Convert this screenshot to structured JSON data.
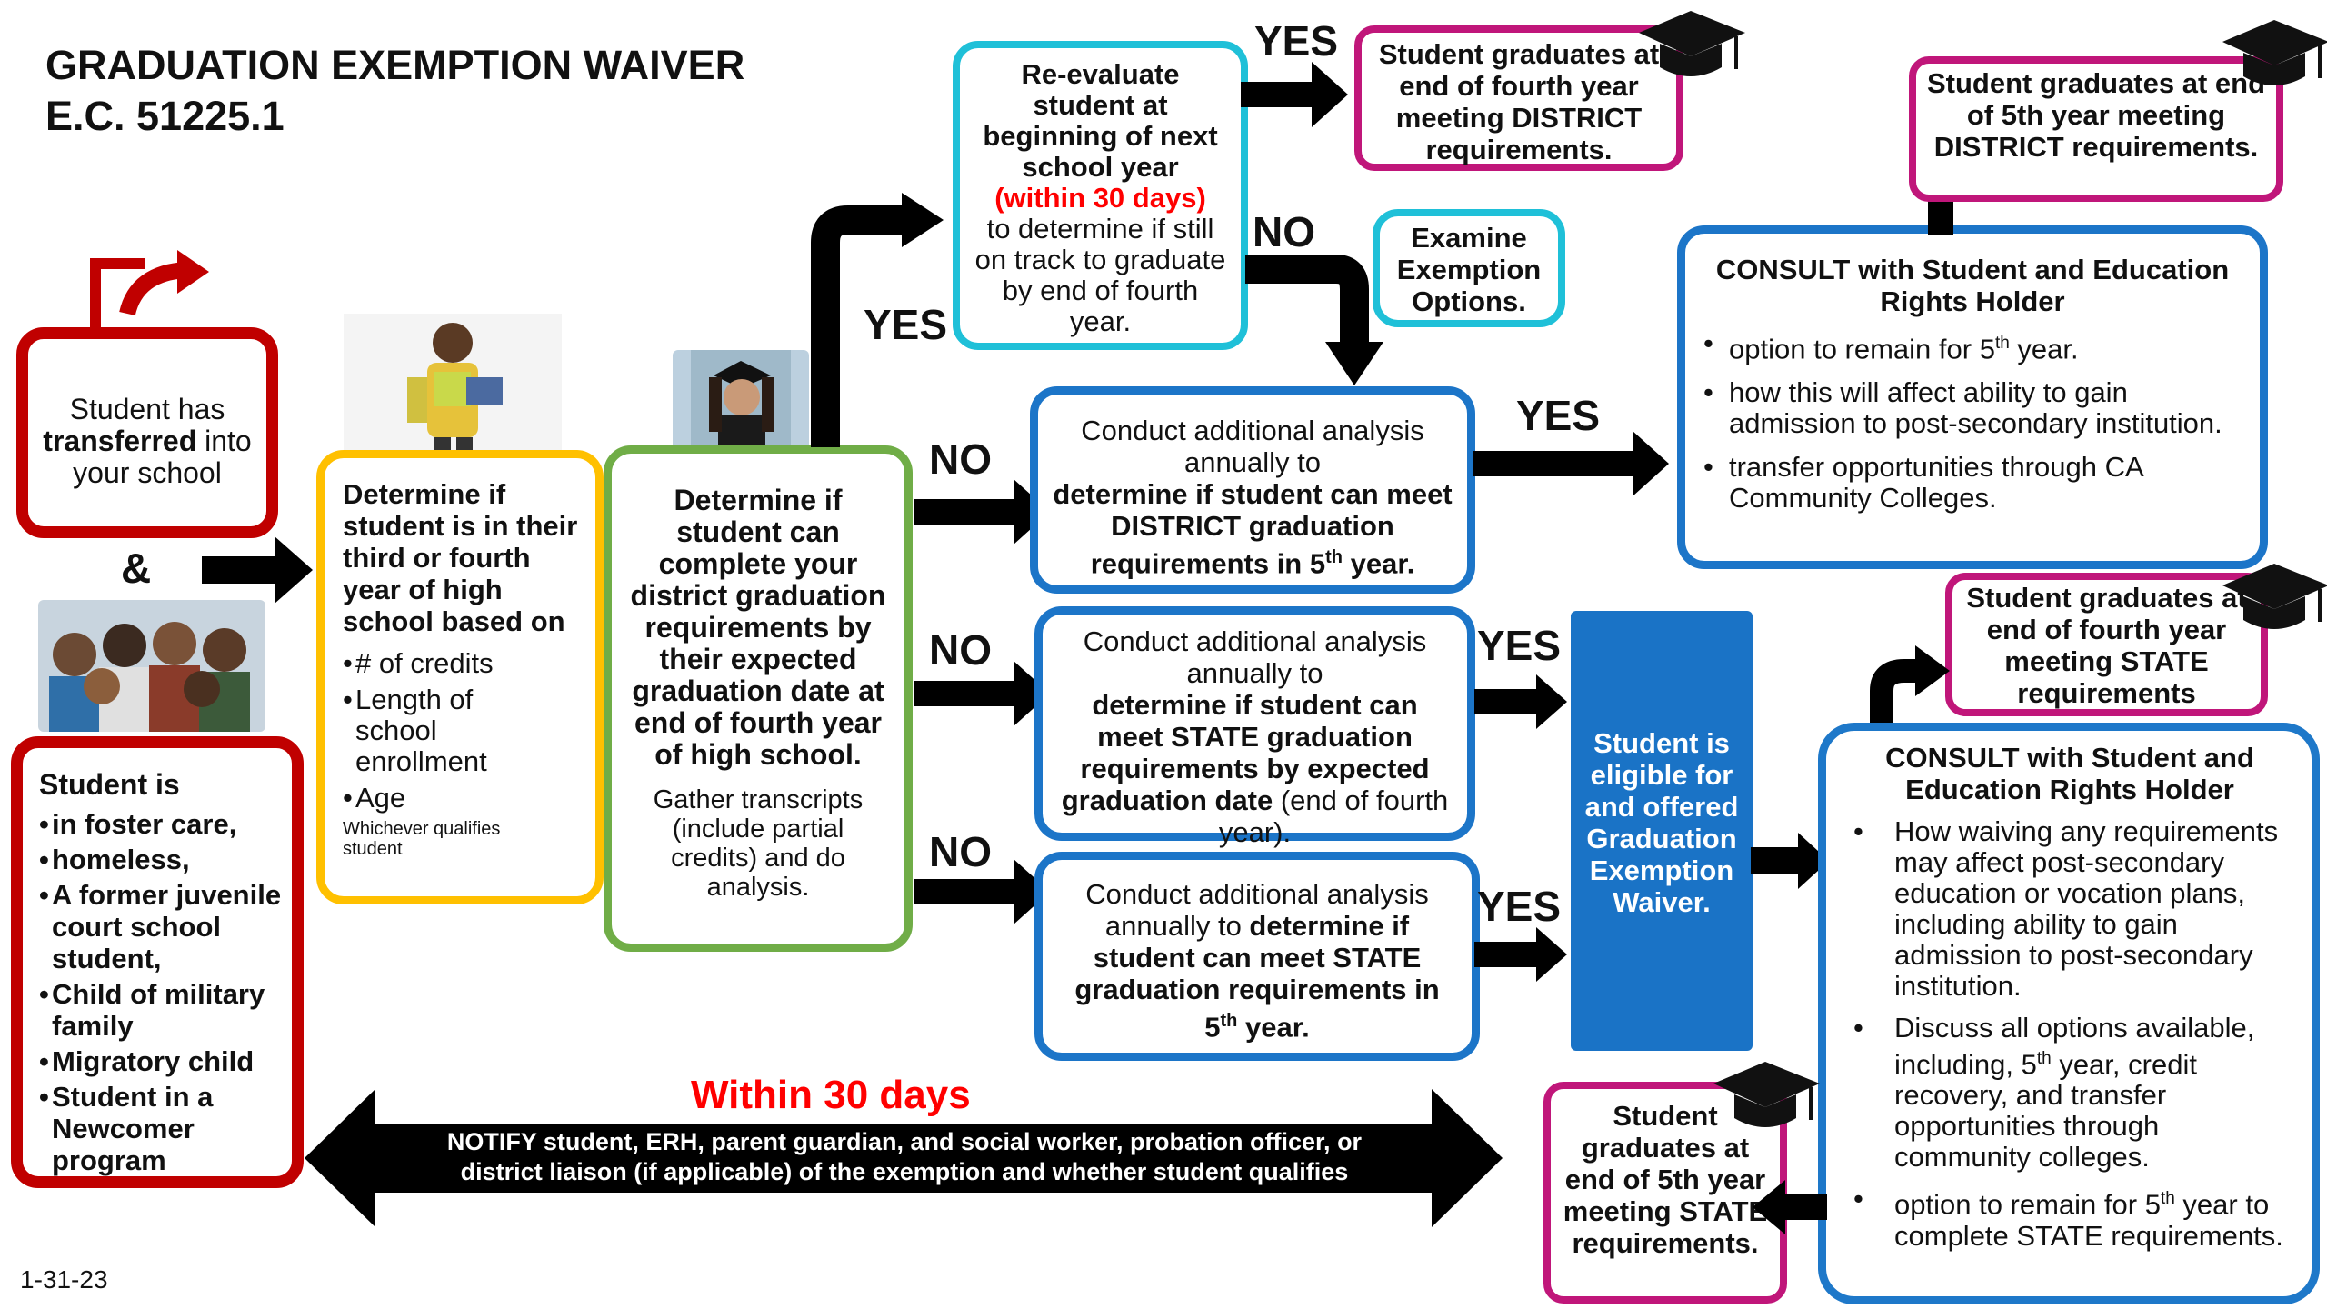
{
  "header": {
    "title_line1": "GRADUATION EXEMPTION WAIVER",
    "title_line2": "E.C. 51225.1",
    "date": "1-31-23"
  },
  "transfer_box": {
    "text_pre": "Student has ",
    "text_bold": "transferred",
    "text_post": " into your school"
  },
  "ampersand": "&",
  "student_is": {
    "heading": "Student is",
    "items": [
      "in foster care,",
      "homeless,",
      "A former juvenile court school student,",
      "Child of military family",
      "Migratory child",
      "Student in a Newcomer program"
    ]
  },
  "year_box": {
    "heading": "Determine if student is in their third or fourth year of high school based on",
    "items": [
      "# of credits",
      "Length of school enrollment",
      "Age"
    ],
    "note": "Whichever qualifies student"
  },
  "determine_box": {
    "heading": "Determine if student can complete your district graduation requirements by their expected graduation date at end of fourth year of high school.",
    "body": "Gather transcripts (include partial credits) and do analysis."
  },
  "reevaluate_box": {
    "line_a": "Re-evaluate student at beginning of next school year",
    "line_red": "(within 30 days)",
    "line_b": "to determine if still on track to graduate by end of fourth year."
  },
  "examine_box": {
    "text": "Examine Exemption Options."
  },
  "analysis_district": {
    "pre": "Conduct additional analysis annually to",
    "bold": "determine if student can meet DISTRICT graduation requirements in 5",
    "sup": "th",
    "post": " year."
  },
  "analysis_state_4": {
    "pre": "Conduct additional analysis annually to",
    "bold": "determine if student can meet STATE graduation requirements by expected graduation date",
    "post": " (end of fourth year)."
  },
  "analysis_state_5": {
    "pre": "Conduct additional analysis annually to ",
    "bold": "determine if student can meet STATE graduation requirements in 5",
    "sup": "th",
    "post": " year."
  },
  "outcome_district_4": "Student graduates at end of fourth year meeting DISTRICT requirements.",
  "outcome_district_5": "Student graduates at end of 5th year meeting DISTRICT requirements.",
  "outcome_state_4": "Student graduates at end of fourth year meeting STATE requirements",
  "outcome_state_5": "Student graduates at end of 5th year meeting STATE requirements.",
  "consult_district": {
    "heading": "CONSULT with Student and Education Rights Holder",
    "items": [
      {
        "pre": "option to remain for 5",
        "sup": "th",
        "post": " year."
      },
      {
        "pre": "how this will affect ability to gain admission to post-secondary institution.",
        "sup": "",
        "post": ""
      },
      {
        "pre": "transfer opportunities through CA Community Colleges.",
        "sup": "",
        "post": ""
      }
    ]
  },
  "consult_state": {
    "heading": "CONSULT with Student and Education Rights Holder",
    "items": [
      {
        "pre": "How waiving any requirements may affect post-secondary education or vocation plans, including ability to gain admission to post-secondary institution.",
        "sup": "",
        "post": ""
      },
      {
        "pre": "Discuss all options available, including, 5",
        "sup": "th",
        "post": " year, credit recovery, and transfer opportunities through community colleges."
      },
      {
        "pre": "option to remain for 5",
        "sup": "th",
        "post": " year to complete STATE requirements."
      }
    ]
  },
  "eligible_box": {
    "text": "Student is eligible for and offered Graduation Exemption Waiver."
  },
  "notify": {
    "deadline": "Within 30 days",
    "line1": "NOTIFY student, ERH, parent guardian, and social worker, probation officer, or",
    "line2": "district liaison (if applicable) of the exemption and whether student qualifies"
  },
  "labels": {
    "yes": "YES",
    "no": "NO"
  },
  "colors": {
    "red": "#c00000",
    "yellow": "#ffc000",
    "green": "#70ad47",
    "cyan": "#1fc0d8",
    "blue": "#1c75c8",
    "magenta": "#c0167a",
    "eligible_fill": "#1a73c6",
    "alert_red": "#ff0000"
  },
  "icons": [
    "graduation-cap-icon",
    "transfer-arrow-icon"
  ]
}
